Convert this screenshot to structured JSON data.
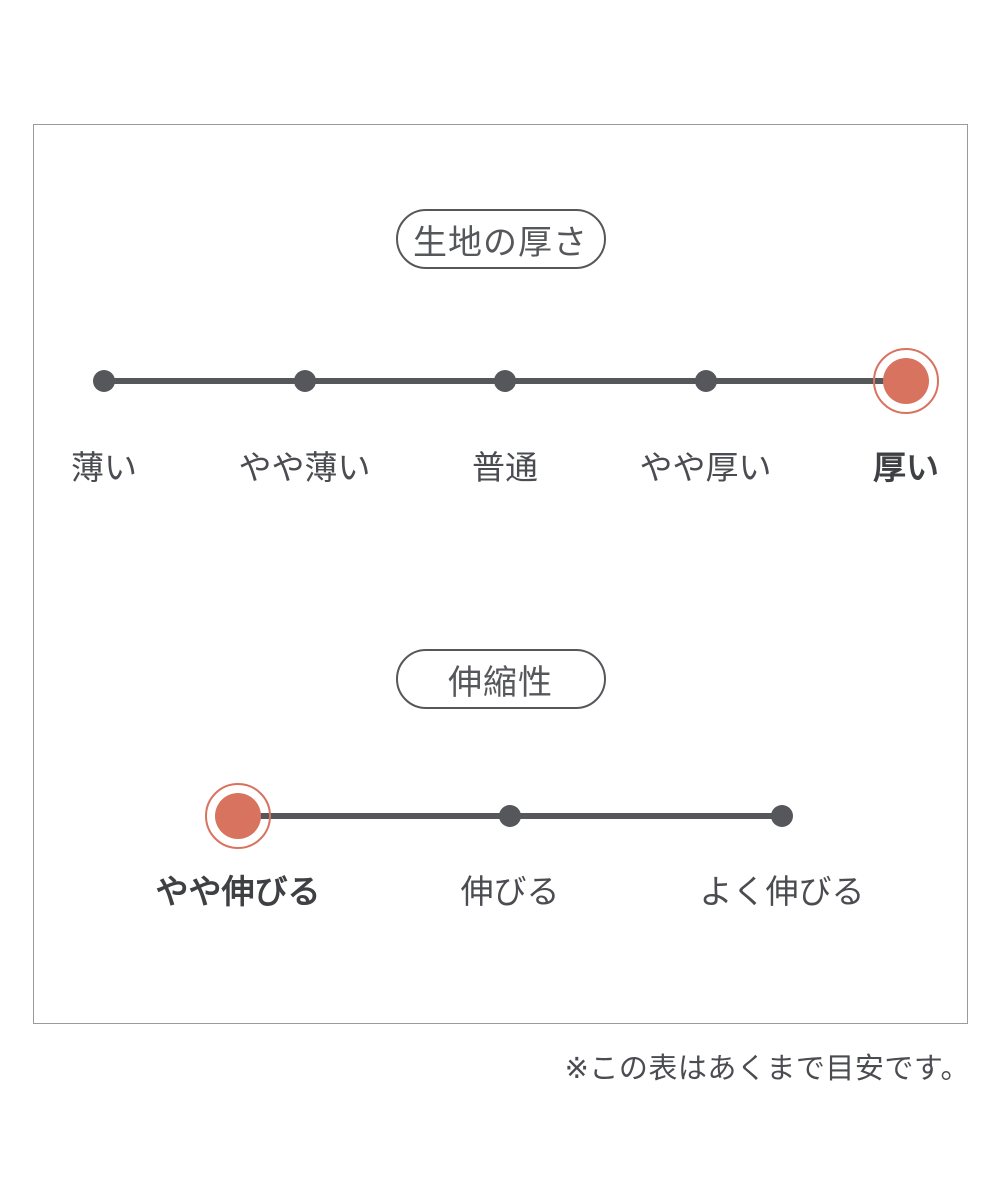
{
  "accent_color": "#d8735f",
  "line_color": "#56575b",
  "text_color": "#4b4c51",
  "frame_border_color": "#9b9b9f",
  "scales": [
    {
      "title": "生地の厚さ",
      "options": [
        "薄い",
        "やや薄い",
        "普通",
        "やや厚い",
        "厚い"
      ],
      "selected_index": 4,
      "selected_option": "厚い"
    },
    {
      "title": "伸縮性",
      "options": [
        "やや伸びる",
        "伸びる",
        "よく伸びる"
      ],
      "selected_index": 0,
      "selected_option": "やや伸びる"
    }
  ],
  "note": "※この表はあくまで目安です。"
}
